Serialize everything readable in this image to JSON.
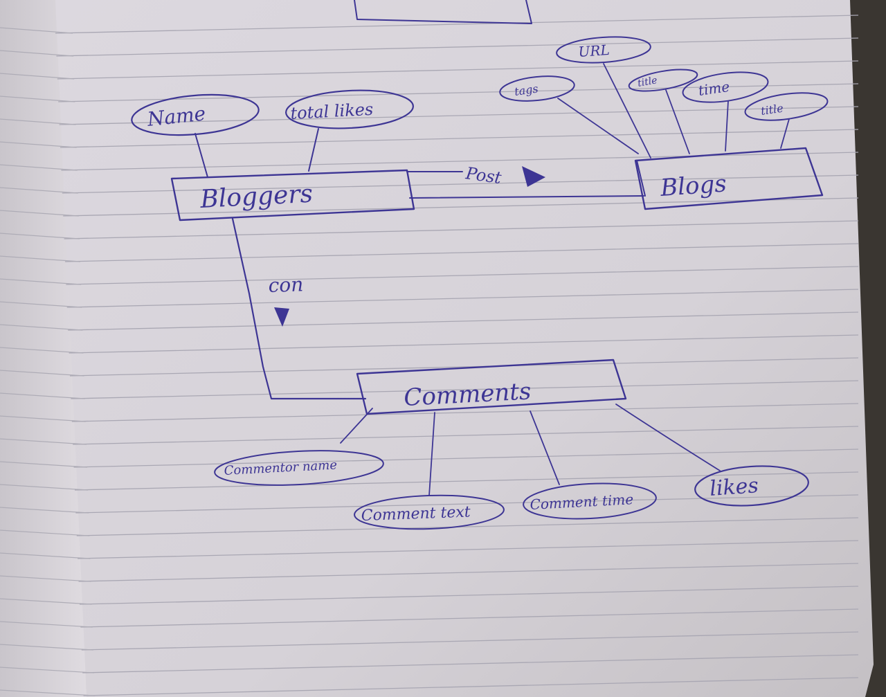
{
  "diagram": {
    "type": "entity-relationship sketch",
    "ink_color": "#3d3594",
    "paper_color": "#d9d5dc",
    "entities": {
      "bloggers": "Bloggers",
      "blogs": "Blogs",
      "comments": "Comments"
    },
    "attributes": {
      "bloggers": [
        "Name",
        "total likes"
      ],
      "blogs": [
        "URL",
        "tags",
        "title",
        "time",
        "title"
      ],
      "comments": [
        "Commentor name",
        "Comment text",
        "Comment time",
        "likes"
      ]
    },
    "relationships": {
      "post": "Post",
      "comment": "con"
    }
  }
}
